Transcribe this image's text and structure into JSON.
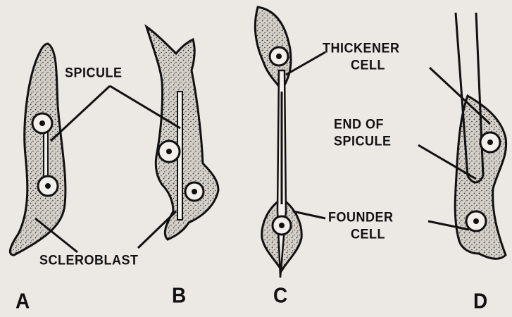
{
  "labels": {
    "spicule": "SPICULE",
    "scleroblast": "SCLEROBLAST",
    "thickener_cell": [
      "THICKENER",
      "CELL"
    ],
    "end_of_spicule": [
      "END OF",
      "SPICULE"
    ],
    "founder_cell": [
      "FOUNDER",
      "CELL"
    ]
  },
  "panels": [
    "A",
    "B",
    "C",
    "D"
  ],
  "colors": {
    "background": "#ece8e4",
    "ink": "#111111",
    "cell_fill": "#d4cec8"
  }
}
